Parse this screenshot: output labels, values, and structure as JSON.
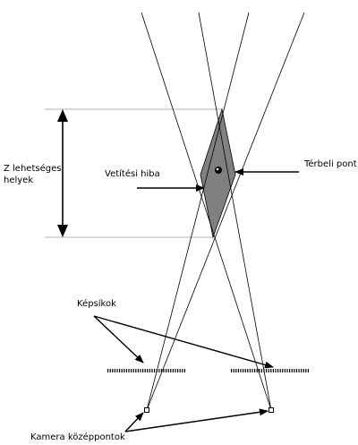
{
  "labels": {
    "z_locations_line1": "Z lehetséges",
    "z_locations_line2": "helyek",
    "projection_error": "Vetítési hiba",
    "spatial_point": "Térbeli pont",
    "image_planes": "Képsíkok",
    "camera_centers": "Kamera középpontok"
  },
  "colors": {
    "stroke": "#000000",
    "guide": "#9a9a9a",
    "error_region": "#808080"
  }
}
